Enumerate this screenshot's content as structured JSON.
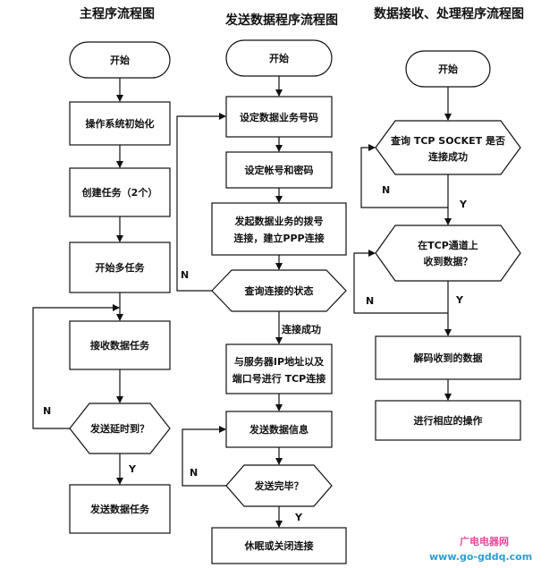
{
  "titles": {
    "main": "主程序流程图",
    "send": "发送数据程序流程图",
    "recv": "数据接收、处理程序流程图"
  },
  "main": {
    "start": "开始",
    "init": "操作系统初始化",
    "create": "创建任务（2个）",
    "multi": "开始多任务",
    "recv_task": "接收数据任务",
    "delay": "发送延时到？",
    "send_task": "发送数据任务",
    "n": "N",
    "y": "Y"
  },
  "send": {
    "start": "开始",
    "set_code": "设定数据业务号码",
    "set_acct": "设定帐号和密码",
    "dial_1": "发起数据业务的拨号",
    "dial_2": "连接，建立PPP连接",
    "query": "查询连接的状态",
    "ok": "连接成功",
    "server_1": "与服务器IP地址以及",
    "server_2": "端口号进行 TCP连接",
    "send_info": "发送数据信息",
    "done": "发送完毕？",
    "sleep": "休眠或关闭连接",
    "n1": "N",
    "n2": "N",
    "y": "Y"
  },
  "recv": {
    "start": "开始",
    "query_1": "查询 TCP SOCKET 是否",
    "query_2": "连接成功",
    "got_1": "在TCP通道上",
    "got_2": "收到数据？",
    "decode": "解码收到的数据",
    "action": "进行相应的操作",
    "n1": "N",
    "y1": "Y",
    "n2": "N",
    "y2": "Y"
  },
  "watermark": {
    "line1": "广电电器网",
    "line2": "www.go-gddq.com",
    "color1": "#e8499a",
    "color2": "#2a9fd8"
  }
}
